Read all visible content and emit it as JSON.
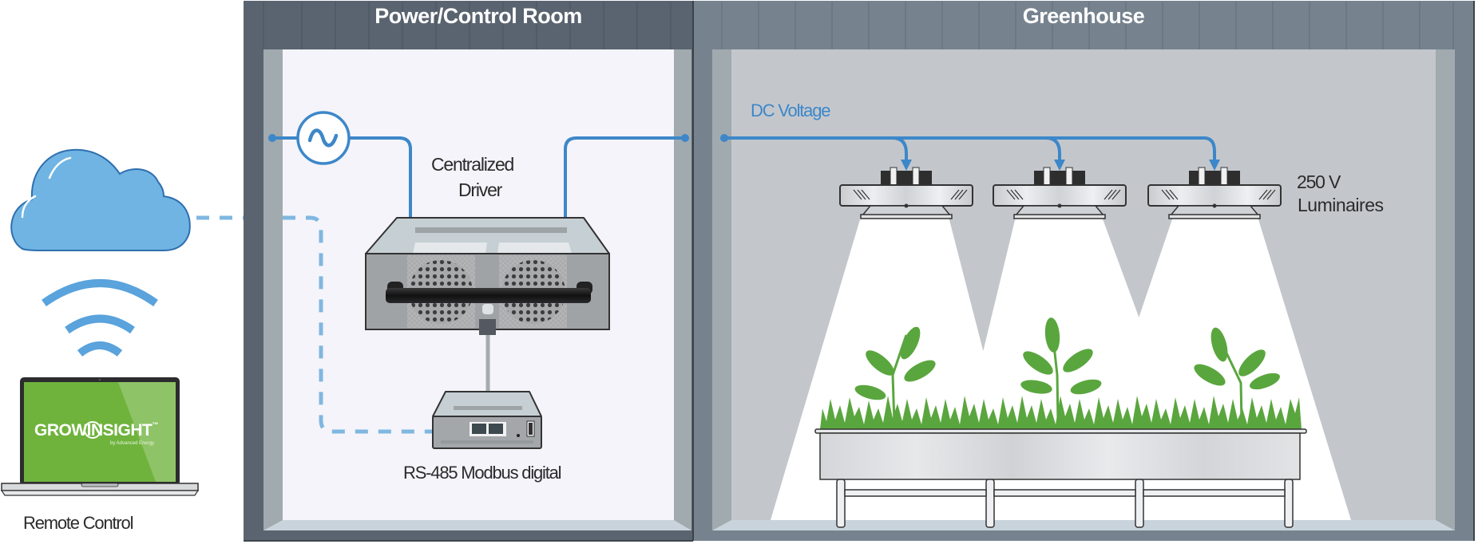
{
  "rooms": {
    "control": {
      "title": "Power/Control Room"
    },
    "greenhouse": {
      "title": "Greenhouse"
    }
  },
  "labels": {
    "centralized_driver_line1": "Centralized",
    "centralized_driver_line2": "Driver",
    "modbus": "RS-485 Modbus digital",
    "dc_voltage": "DC Voltage",
    "luminaires_line1": "250 V",
    "luminaires_line2": "Luminaires",
    "remote_control": "Remote Control"
  },
  "laptop": {
    "brand_grow": "GROW",
    "brand_in": "IN",
    "brand_sight": "SIGHT",
    "brand_tm": "™",
    "brand_sub": "by Advanced Energy"
  },
  "components": {
    "luminaire_count": 3,
    "plant_count": 3
  },
  "icons": {
    "ac_source": "ac-source-sine-icon",
    "cloud": "cloud-icon",
    "wifi": "wifi-icon",
    "laptop": "laptop-icon"
  },
  "colors": {
    "wire_blue": "#3d87c9",
    "dashed_blue": "#7fb7e0",
    "cloud_fill": "#6fb4e3",
    "cloud_stroke": "#2f6fae",
    "control_wall": "#5a6470",
    "greenhouse_wall": "#76838f",
    "control_interior": "#f4f4fa",
    "greenhouse_interior": "#c3c7cc",
    "side_strip": "#a1aaaf",
    "floor_strip": "#c9d3dc",
    "laptop_screen": "#6fb33d",
    "plant_green": "#5aa63e"
  }
}
